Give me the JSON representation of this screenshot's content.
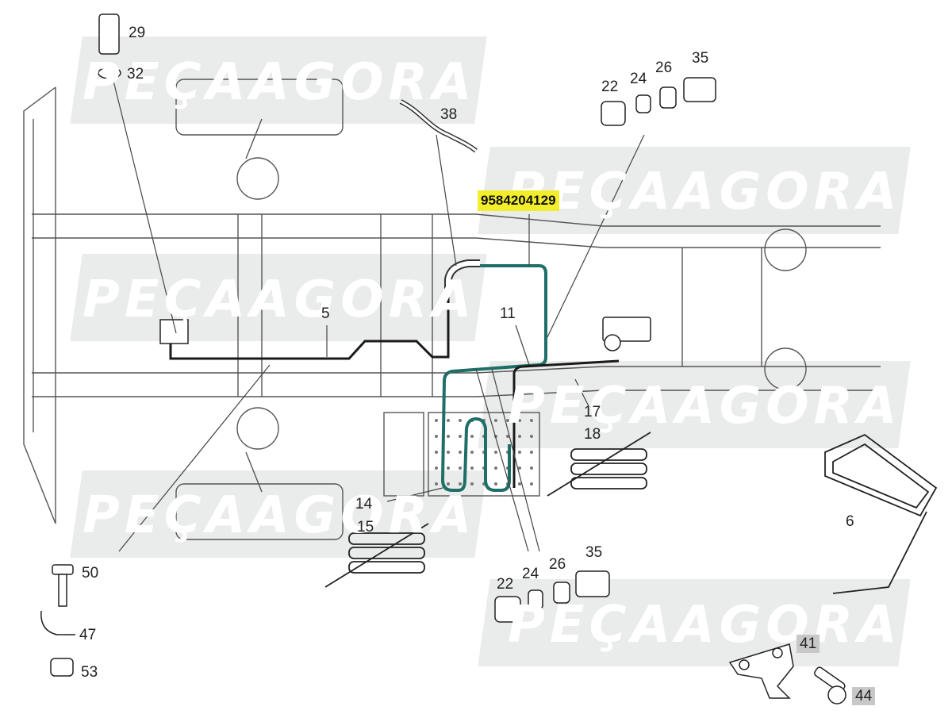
{
  "highlight": {
    "part_number": "9584204129",
    "color": "#f2ee2c"
  },
  "watermark": {
    "text": "PEÇAAGORA",
    "color": "#e9ecea"
  },
  "colors": {
    "highlighted_pipe": "#1f6f68",
    "pipe": "#1a1a1a",
    "line": "#444444",
    "background": "#ffffff"
  },
  "callouts": [
    {
      "id": "29",
      "text": "29"
    },
    {
      "id": "32",
      "text": "32"
    },
    {
      "id": "38",
      "text": "38"
    },
    {
      "id": "22a",
      "text": "22"
    },
    {
      "id": "24a",
      "text": "24"
    },
    {
      "id": "26a",
      "text": "26"
    },
    {
      "id": "35a",
      "text": "35"
    },
    {
      "id": "5",
      "text": "5"
    },
    {
      "id": "11",
      "text": "11"
    },
    {
      "id": "17",
      "text": "17"
    },
    {
      "id": "18",
      "text": "18"
    },
    {
      "id": "14",
      "text": "14"
    },
    {
      "id": "15",
      "text": "15"
    },
    {
      "id": "6",
      "text": "6"
    },
    {
      "id": "50",
      "text": "50"
    },
    {
      "id": "47",
      "text": "47"
    },
    {
      "id": "53",
      "text": "53"
    },
    {
      "id": "22b",
      "text": "22"
    },
    {
      "id": "24b",
      "text": "24"
    },
    {
      "id": "26b",
      "text": "26"
    },
    {
      "id": "35b",
      "text": "35"
    },
    {
      "id": "41",
      "text": "41",
      "boxed": true
    },
    {
      "id": "44",
      "text": "44",
      "boxed": true
    }
  ]
}
